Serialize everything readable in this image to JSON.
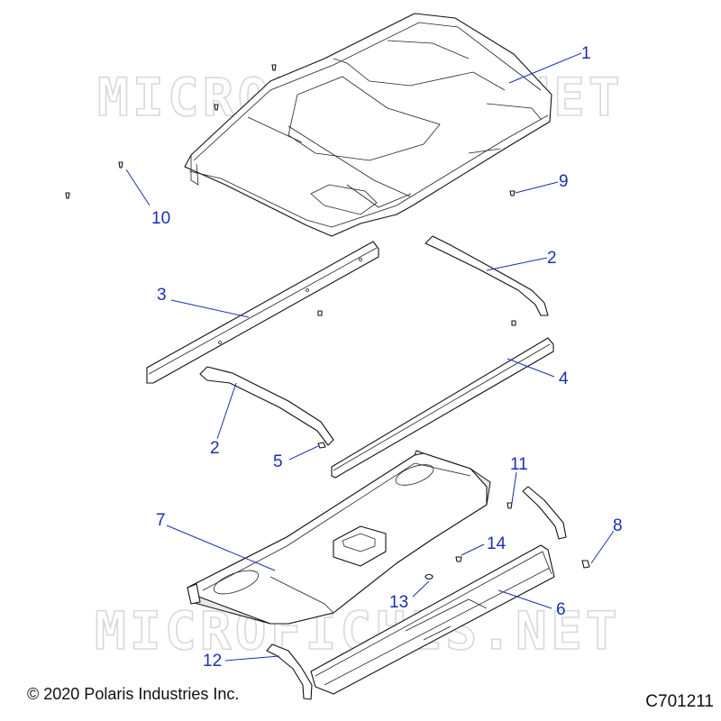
{
  "watermark": {
    "text_top": "MICROFICHES.NET",
    "text_bottom": "MICROFICHES.NET"
  },
  "callouts": [
    {
      "id": "1",
      "label": "1"
    },
    {
      "id": "2a",
      "label": "2"
    },
    {
      "id": "2b",
      "label": "2"
    },
    {
      "id": "3",
      "label": "3"
    },
    {
      "id": "4",
      "label": "4"
    },
    {
      "id": "5",
      "label": "5"
    },
    {
      "id": "6",
      "label": "6"
    },
    {
      "id": "7",
      "label": "7"
    },
    {
      "id": "8",
      "label": "8"
    },
    {
      "id": "9",
      "label": "9"
    },
    {
      "id": "10",
      "label": "10"
    },
    {
      "id": "11",
      "label": "11"
    },
    {
      "id": "12",
      "label": "12"
    },
    {
      "id": "13",
      "label": "13"
    },
    {
      "id": "14",
      "label": "14"
    }
  ],
  "footer": {
    "copyright": "© 2020 Polaris Industries Inc.",
    "figure_id": "C701211"
  },
  "colors": {
    "callout": "#1a2fb4",
    "linework": "#111111",
    "watermark": "#d8d8d8"
  }
}
